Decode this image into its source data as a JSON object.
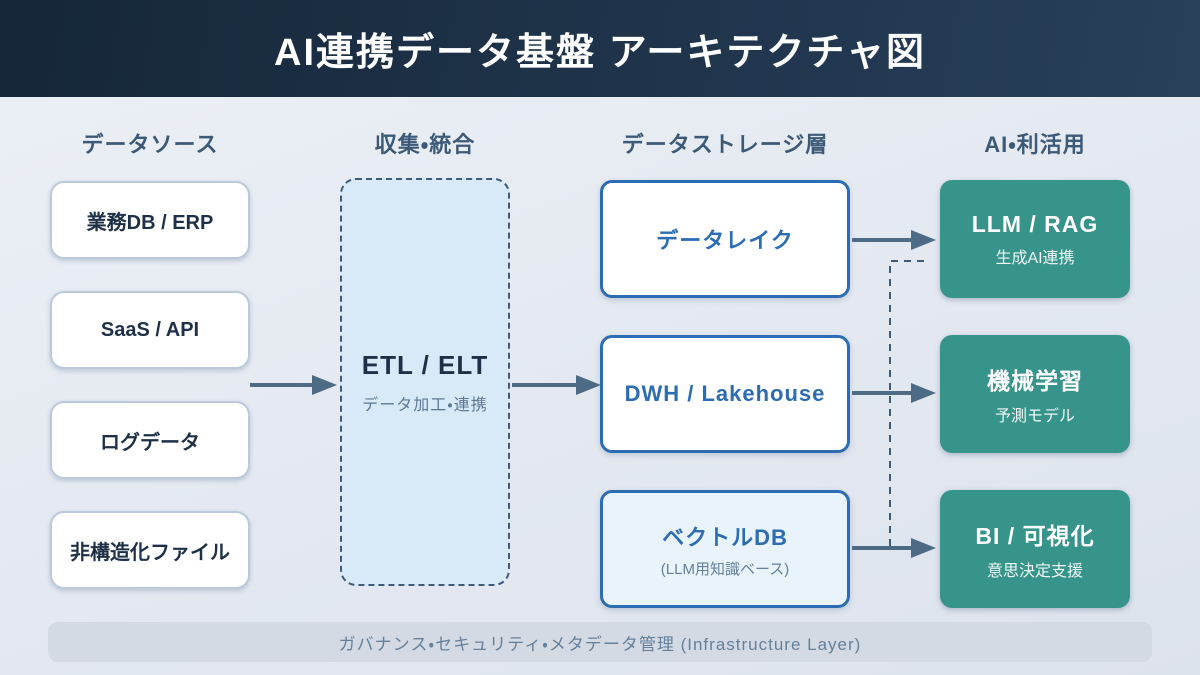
{
  "header": {
    "title": "AI連携データ基盤 アーキテクチャ図"
  },
  "columns": {
    "sources": {
      "heading": "データソース",
      "items": [
        "業務DB / ERP",
        "SaaS / API",
        "ログデータ",
        "非構造化ファイル"
      ]
    },
    "ingestion": {
      "heading": "収集・統合",
      "box": {
        "title": "ETL / ELT",
        "subtitle": "データ加工・連携"
      }
    },
    "storage": {
      "heading": "データストレージ層",
      "items": [
        {
          "title": "データレイク",
          "subtitle": ""
        },
        {
          "title": "DWH / Lakehouse",
          "subtitle": ""
        },
        {
          "title": "ベクトルDB",
          "subtitle": "(LLM用知識ベース)"
        }
      ]
    },
    "ai": {
      "heading": "AI・利活用",
      "items": [
        {
          "title": "LLM / RAG",
          "subtitle": "生成AI連携"
        },
        {
          "title": "機械学習",
          "subtitle": "予測モデル"
        },
        {
          "title": "BI / 可視化",
          "subtitle": "意思決定支援"
        }
      ]
    }
  },
  "footer": {
    "label": "ガバナンス・セキュリティ・メタデータ管理 (Infrastructure Layer)"
  },
  "colors": {
    "teal": "#37948a",
    "blue": "#2b6cb3",
    "arrow": "#4d6b85",
    "heading": "#3c5a77",
    "ink": "#1e3048",
    "etl-bg": "#d8e9f8",
    "header-grad-a": "#152639",
    "header-grad-b": "#28405a"
  }
}
